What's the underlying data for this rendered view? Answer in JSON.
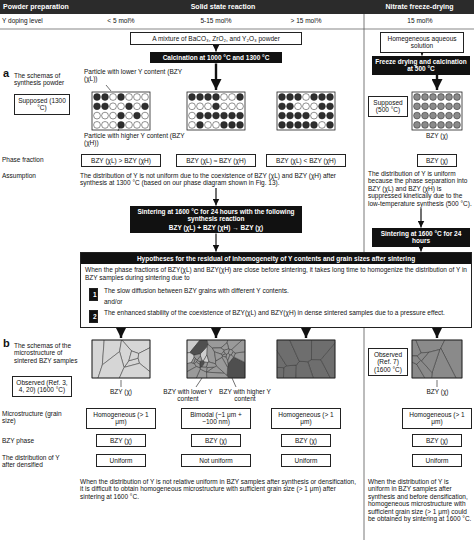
{
  "diagram": {
    "nodes": [
      {
        "text": [
          "Solid state reaction"
        ]
      },
      {
        "text": [
          "Nitrate freeze-drying"
        ]
      },
      {
        "text": [
          "A mixture of BaCO₃, ZrO₂, and Y₂O₃ powder"
        ]
      },
      {
        "text": [
          "Homegeneous aqueous solution"
        ]
      },
      {
        "text": [
          "Calcination at 1000 °C and 1300 °C"
        ]
      },
      {
        "text": [
          "Freeze drying and calcination at 500 °C"
        ]
      },
      {
        "text": [
          "Supposed (1300 °C)"
        ]
      },
      {
        "text": [
          "Supposed (500 °C)"
        ]
      },
      {
        "text": [
          "BZY (χL) > BZY (χH)"
        ]
      },
      {
        "text": [
          "BZY (χL) ≈ BZY (χH)"
        ]
      },
      {
        "text": [
          "BZY (χL) < BZY (χH)"
        ]
      },
      {
        "text": [
          "BZY (χ)"
        ]
      },
      {
        "text": [
          "Sintering at 1600 °C for 24 hours with the following synthesis reaction",
          "BZY (χL) + BZY (χH) → BZY (χ)"
        ]
      },
      {
        "text": [
          "Sintering at 1600 °C for 24 hours"
        ]
      },
      {
        "text": [
          "Hypotheses for the residual of inhomogeneity of Y contents and grain sizes after sintering",
          "When the phase fractions of BZY(χL) and BZY(χH) are close before sintering, it takes long time to homogenize the distribution of Y in BZY samples during sintering due to"
        ]
      },
      {
        "text": [
          "1"
        ],
        "in": 14
      },
      {
        "text": [
          "2"
        ],
        "in": 14
      },
      {
        "text": [
          "Observed (Ref. 3, 4, 20) (1600 °C)"
        ]
      },
      {
        "text": [
          "Observed (Ref. 7) (1600 °C)"
        ]
      },
      {
        "text": [
          "Homogeneous (> 1 μm)"
        ]
      },
      {
        "text": [
          "Bimodal (~1 μm + ~100 nm)"
        ]
      },
      {
        "text": [
          "Homogeneous (> 1 μm)"
        ]
      },
      {
        "text": [
          "Homogeneous (> 1 μm)"
        ]
      },
      {
        "text": [
          "BZY (χ)"
        ]
      },
      {
        "text": [
          "BZY (χ)"
        ]
      },
      {
        "text": [
          "BZY (χ)"
        ]
      },
      {
        "text": [
          "BZY (χ)"
        ]
      },
      {
        "text": [
          "Uniform"
        ]
      },
      {
        "text": [
          "Not uniform"
        ]
      },
      {
        "text": [
          "Uniform"
        ]
      },
      {
        "text": [
          "Uniform"
        ]
      }
    ],
    "edges": [
      {
        "from": 2,
        "to": 4,
        "arrow": "to"
      },
      {
        "from": 3,
        "to": 5,
        "arrow": "to"
      },
      {
        "from": 12,
        "to": 14,
        "arrow": "to"
      },
      {
        "from": 13,
        "to": 14,
        "arrow": "to"
      }
    ],
    "labels": [
      "Powder preparation",
      "Y doping level",
      "< 5 mol%",
      "5-15 mol%",
      "> 15 mol%",
      "15 mol%",
      "a",
      "The schemas of synthesis powder",
      "Particle with lower Y content (BZY (χL))",
      "Particle with higher Y content (BZY (χH))",
      "BZY (χ)",
      "Phase fraction",
      "Assumption",
      "The distribution of Y is not uniform due to the coexistence of BZY (χL) and BZY (χH) after synthesis at 1300 °C (based on our phase diagram shown in Fig. 13).",
      "The distribution of Y is uniform because the phase separation into BZY (χL) and BZY (χH) is suppressed kinetically due to the low-temperature synthesis (500 °C).",
      "The slow diffusion between BZY grains with different Y contents.",
      "and/or",
      "The enhanced stability of the coexistence of BZY(χL) and BZY(χH) in dense sintered samples due to a pressure effect.",
      "b",
      "The schemas of the microstructure of sintered BZY samples",
      "BZY (χ)",
      "BZY with lower Y content",
      "BZY with higher Y content",
      "BZY (χ)",
      "Microstructure (grain size)",
      "BZY phase",
      "The distribution of Y after densified",
      "When the distribution of Y is not relative uniform in BZY samples after synthesis or densification, it is difficult to obtain homogeneous microstructure with sufficient grain size (> 1 μm) after sintering at 1600 °C.",
      "When the distribution of Y is uniform in BZY samples after synthesis and before densification, homogeneous microstructure with sufficient grain size (> 1 μm) could be obtained by sintering at 1600 °C."
    ]
  }
}
